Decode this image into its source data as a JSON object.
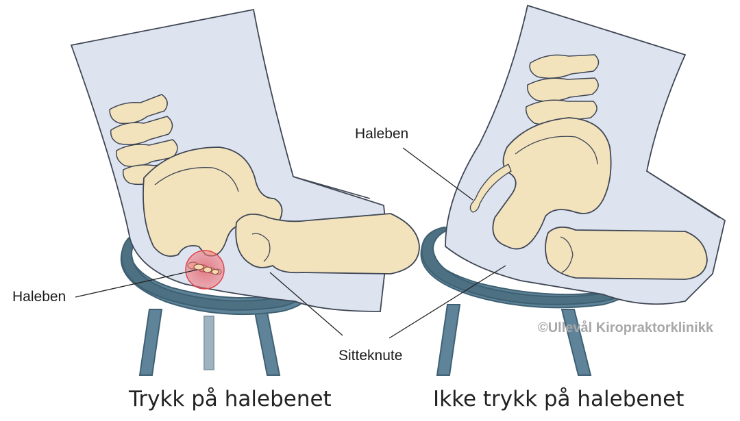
{
  "labels": {
    "left_coccyx": "Haleben",
    "right_coccyx": "Haleben",
    "ischial_tuberosity": "Sitteknute"
  },
  "captions": {
    "left": "Trykk på halebenet",
    "right": "Ikke trykk på halebenet"
  },
  "copyright": "©Ullevål Kiropraktorklinikk",
  "colors": {
    "body": "#dde3ef",
    "bone": "#f2e3bd",
    "stool": "#5f8499",
    "pressure": "#e8575f"
  }
}
